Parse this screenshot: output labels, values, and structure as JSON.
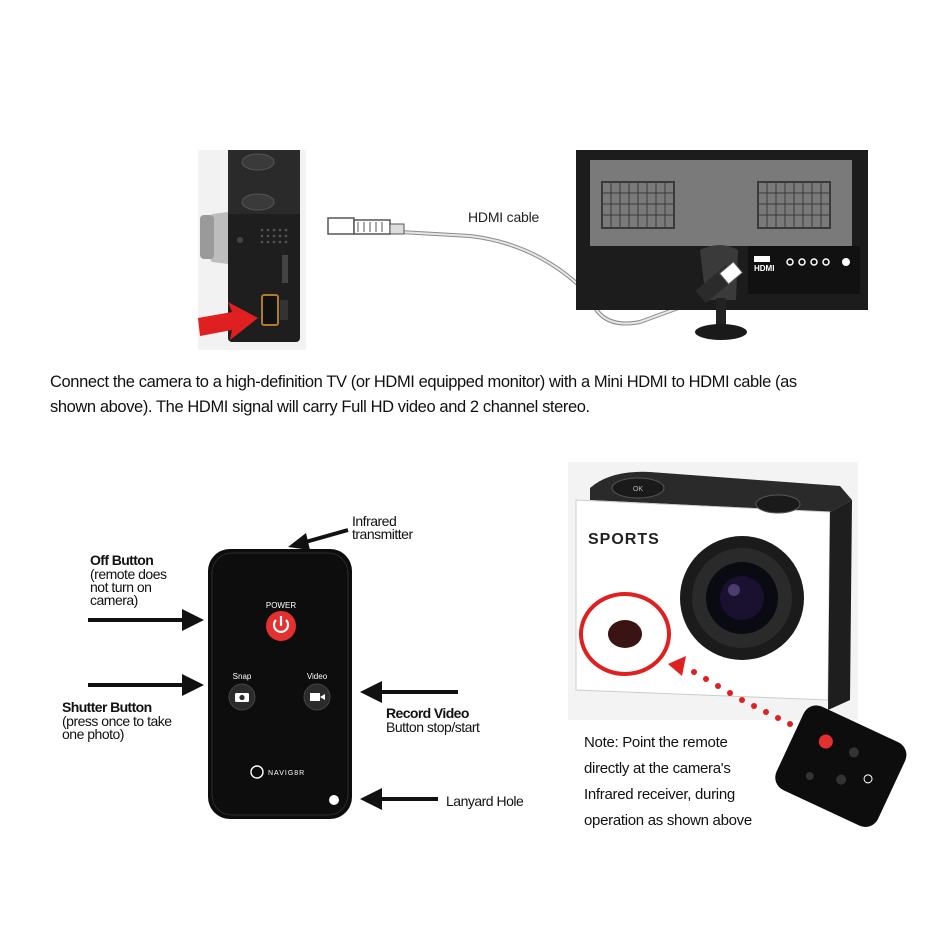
{
  "top_figure": {
    "cable_label": "HDMI cable",
    "tv_port_label": "HDMI"
  },
  "paragraph": {
    "line1": "Connect the camera to a high-definition TV (or HDMI equipped monitor) with a Mini HDMI to HDMI cable (as",
    "line2": "shown above). The HDMI signal will carry Full HD video and 2 channel stereo."
  },
  "remote_figure": {
    "infrared_line1": "Infrared",
    "infrared_line2": "transmitter",
    "off_title": "Off Button",
    "off_desc1": "(remote does",
    "off_desc2": "not turn on",
    "off_desc3": "camera)",
    "shutter_title": "Shutter Button",
    "shutter_desc1": "(press once to take",
    "shutter_desc2": "one photo)",
    "record_title": "Record Video",
    "record_desc": "Button stop/start",
    "lanyard": "Lanyard Hole",
    "remote_power": "POWER",
    "remote_snap": "Snap",
    "remote_video": "Video",
    "remote_brand": "NAVIG8R"
  },
  "camera_figure": {
    "brand": "SPORTS",
    "button_ok": "OK",
    "note_line1": "Note: Point the remote",
    "note_line2": "directly at the camera's",
    "note_line3": "Infrared receiver, during",
    "note_line4": "operation as shown above"
  },
  "colors": {
    "accent_red": "#e02020",
    "remote_body": "#0d0d0d",
    "tv_frame": "#1c1c1c"
  }
}
